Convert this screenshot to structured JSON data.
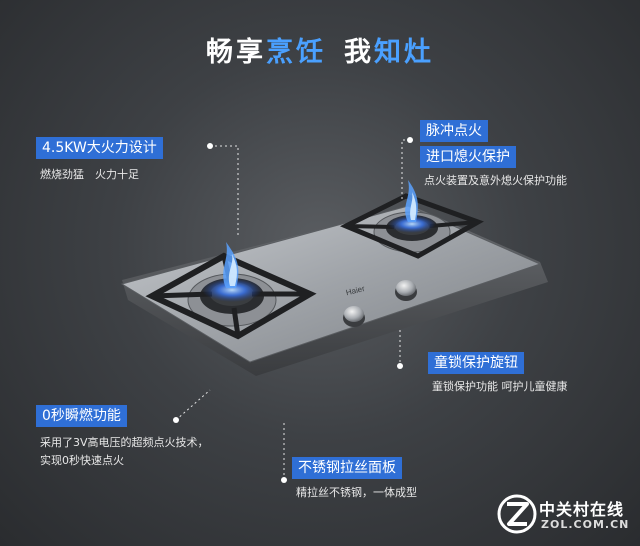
{
  "headline": {
    "part1": "畅享",
    "part2": "烹饪",
    "part3": "我",
    "part4": "知灶"
  },
  "callouts": {
    "power": {
      "title": "4.5KW大火力设计",
      "desc": "燃烧劲猛　火力十足"
    },
    "ignition": {
      "title1": "脉冲点火",
      "title2": "进口熄火保护",
      "desc": "点火装置及意外熄火保护功能"
    },
    "childlock": {
      "title": "童锁保护旋钮",
      "desc": "童锁保护功能 呵护儿童健康"
    },
    "instant": {
      "title": "0秒瞬燃功能",
      "desc1": "采用了3V高电压的超频点火技术，",
      "desc2": "实现0秒快速点火"
    },
    "panel": {
      "title": "不锈钢拉丝面板",
      "desc": "精拉丝不锈钢，一体成型"
    }
  },
  "brand": {
    "name": "Haier"
  },
  "watermark": {
    "cn": "中关村在线",
    "en": "ZOL.COM.CN"
  },
  "colors": {
    "accent": "#2f6fd6",
    "highlight": "#4aa0ff",
    "flame": "#3a7bff"
  }
}
